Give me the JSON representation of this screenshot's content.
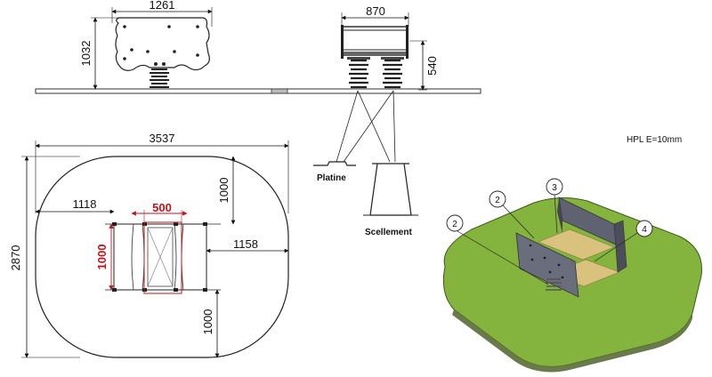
{
  "dimensions": {
    "side_width": "1261",
    "side_height": "1032",
    "front_width": "870",
    "front_height": "540",
    "plan_width": "3537",
    "plan_height": "2870",
    "plan_left_offset": "1118",
    "plan_seat_width": "500",
    "plan_seat_length": "1000",
    "plan_right_offset": "1158",
    "plan_top_offset": "1000",
    "plan_bottom_offset": "1000"
  },
  "labels": {
    "platine": "Platine",
    "scellement": "Scellement",
    "material_note": "HPL E=10mm"
  },
  "callouts": {
    "c1": "2",
    "c2": "3",
    "c3": "4",
    "c4": "2"
  },
  "colors": {
    "grass": "#84b33e",
    "panel": "#5f6270",
    "seat": "#d9c27e",
    "highlight": "#c0141c",
    "line": "#222222"
  }
}
